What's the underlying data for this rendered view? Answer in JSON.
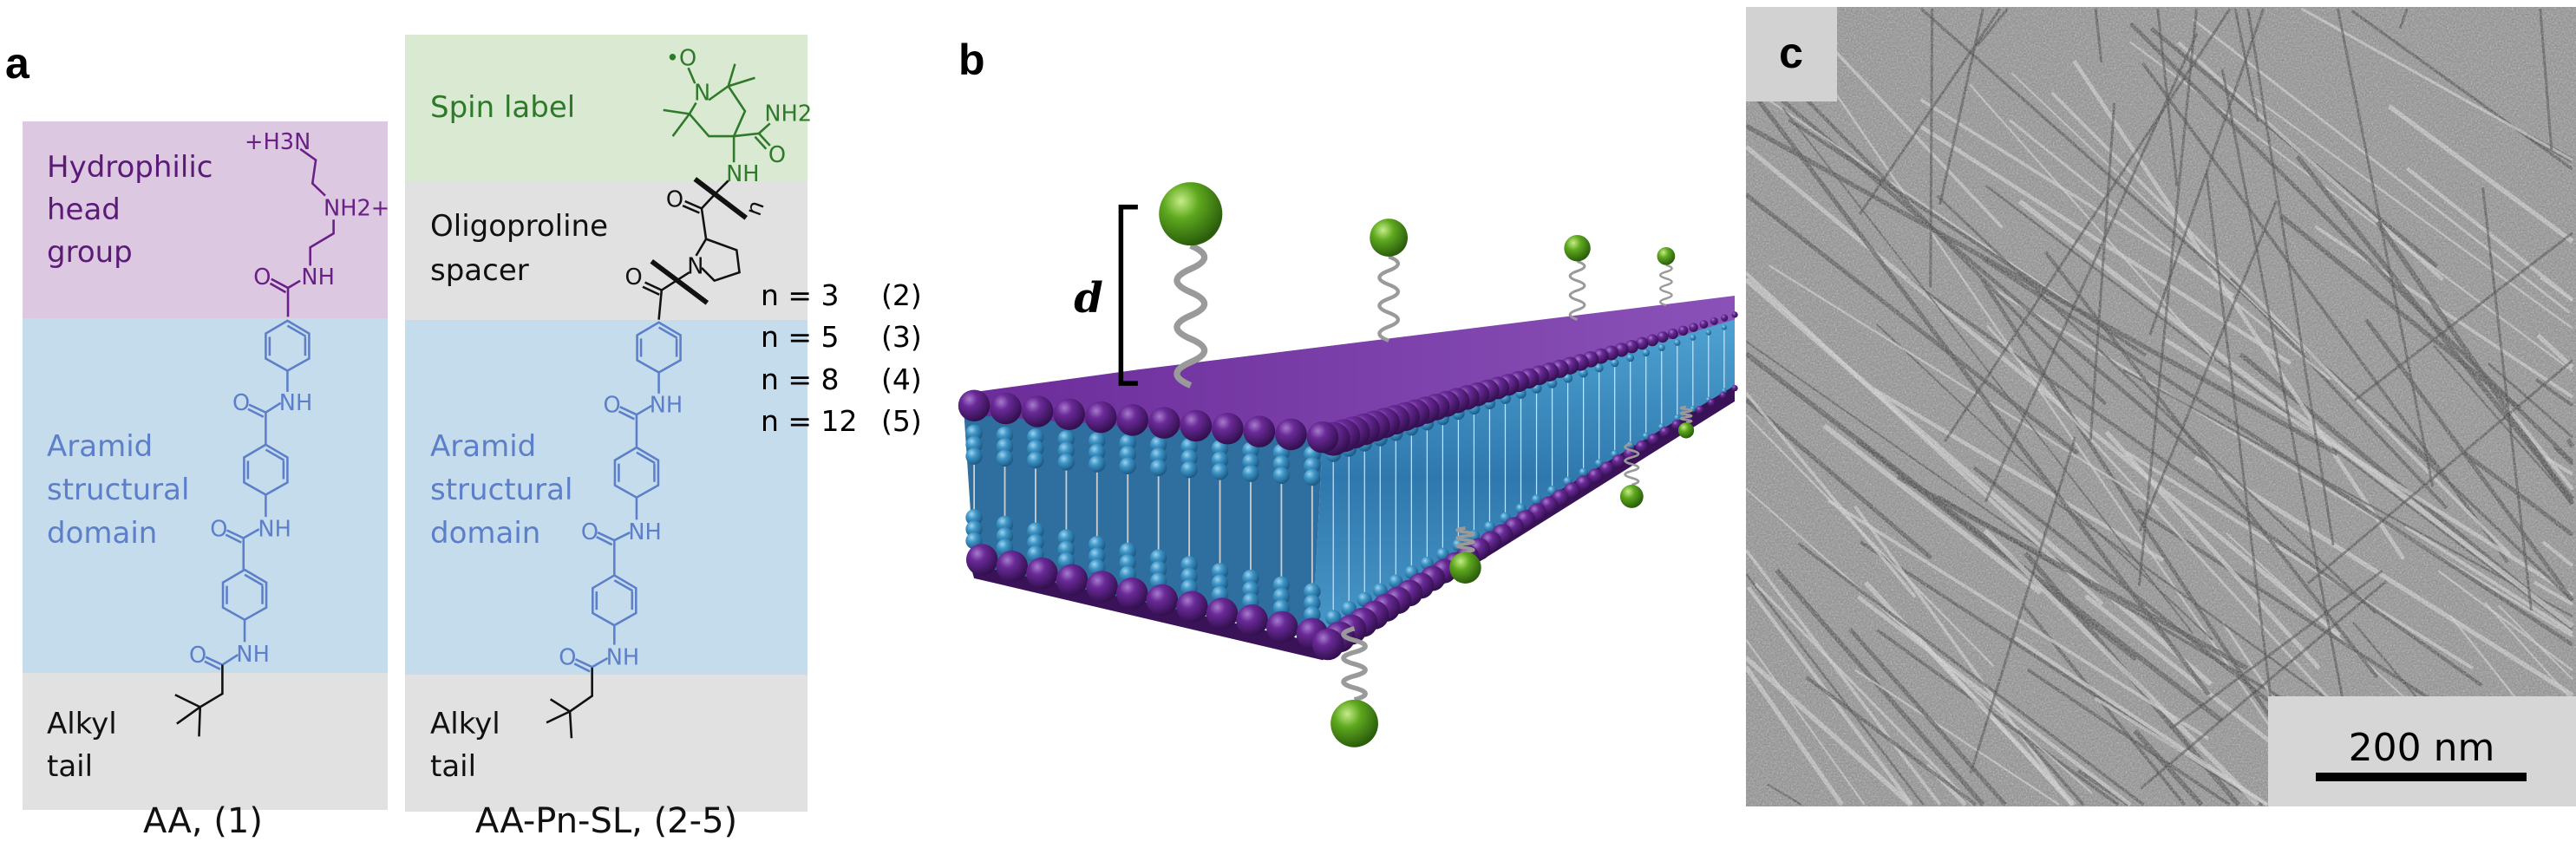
{
  "panels": {
    "a": {
      "label": "a",
      "left": {
        "regions": [
          "Hydrophilic",
          "head",
          "group",
          "Aramid",
          "structural",
          "domain",
          "Alkyl",
          "tail"
        ],
        "chem_labels": [
          "+H3N",
          "NH2+",
          "NH",
          "O",
          "NH",
          "O",
          "NH",
          "O",
          "NH",
          "O"
        ],
        "caption": "AA, (1)"
      },
      "right": {
        "regions": [
          "Spin label",
          "Oligoproline",
          "spacer",
          "Aramid",
          "structural",
          "domain",
          "Alkyl",
          "tail"
        ],
        "chem_labels": [
          "•O",
          "N",
          "NH2",
          "O",
          "NH",
          "O",
          "n",
          "N",
          "O",
          "NH",
          "O",
          "NH",
          "O",
          "NH",
          "O"
        ],
        "caption": "AA-Pn-SL, (2-5)"
      },
      "variants": [
        {
          "n": "n = 3",
          "compound": "(2)"
        },
        {
          "n": "n = 5",
          "compound": "(3)"
        },
        {
          "n": "n = 8",
          "compound": "(4)"
        },
        {
          "n": "n = 12",
          "compound": "(5)"
        }
      ],
      "colors": {
        "head": "#dcc8e0",
        "aramid": "#c5dcec",
        "alkyl": "#e1e1e1",
        "spin": "#d9e9d2",
        "purple_text": "#5c1a78",
        "blue_text": "#5d7fc9",
        "green_text": "#2f7a2a"
      }
    },
    "b": {
      "label": "b",
      "distance_label": "d",
      "colors": {
        "head_sphere": "#5b1f86",
        "tail": "#3d93c6",
        "spin_label": "#5ea81e"
      }
    },
    "c": {
      "label": "c",
      "scale_bar": "200 nm"
    }
  }
}
